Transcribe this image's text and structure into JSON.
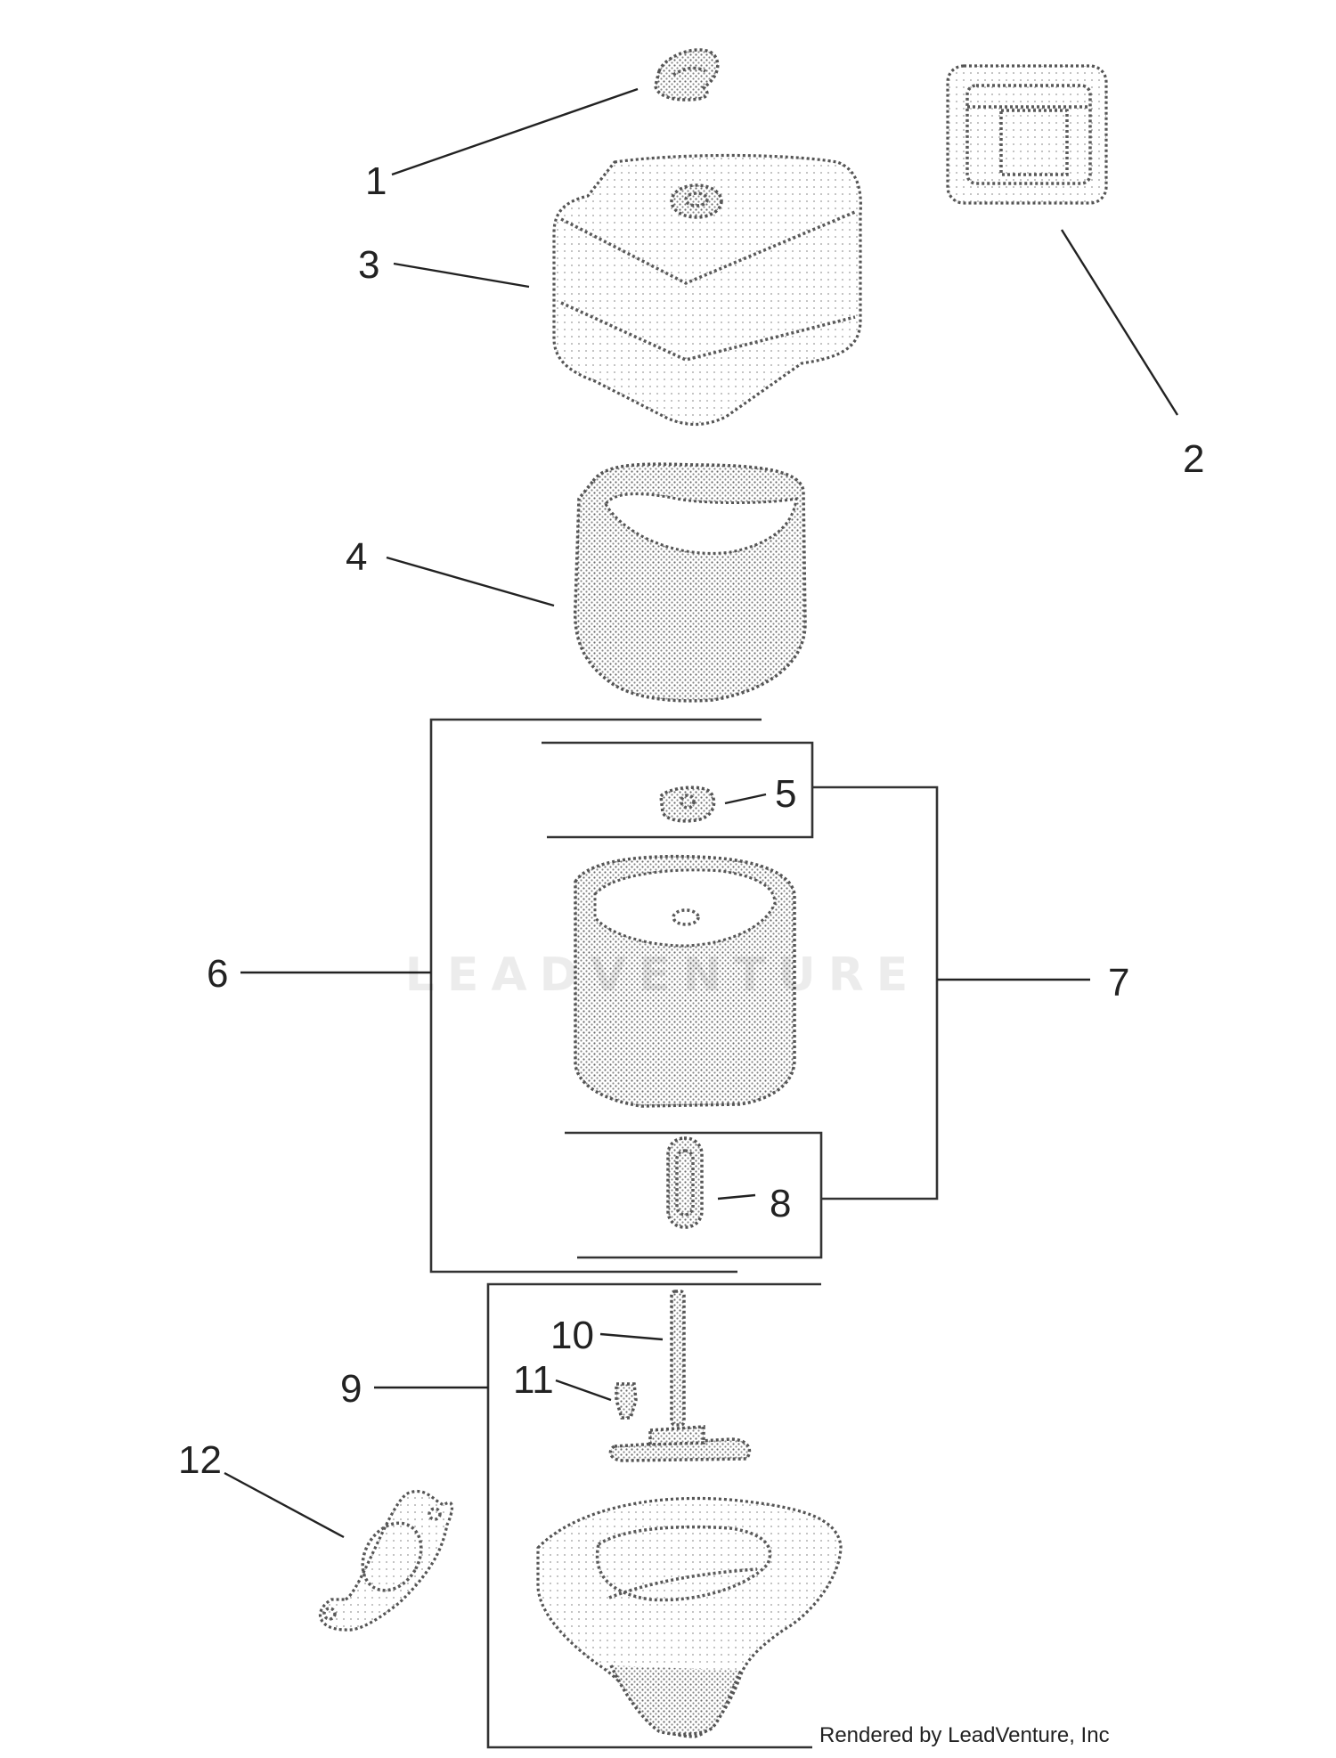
{
  "watermark": "LEADVENTURE",
  "credit": "Rendered by LeadVenture, Inc",
  "callouts": {
    "c1": "1",
    "c2": "2",
    "c3": "3",
    "c4": "4",
    "c5": "5",
    "c6": "6",
    "c7": "7",
    "c8": "8",
    "c9": "9",
    "c10": "10",
    "c11": "11",
    "c12": "12"
  }
}
